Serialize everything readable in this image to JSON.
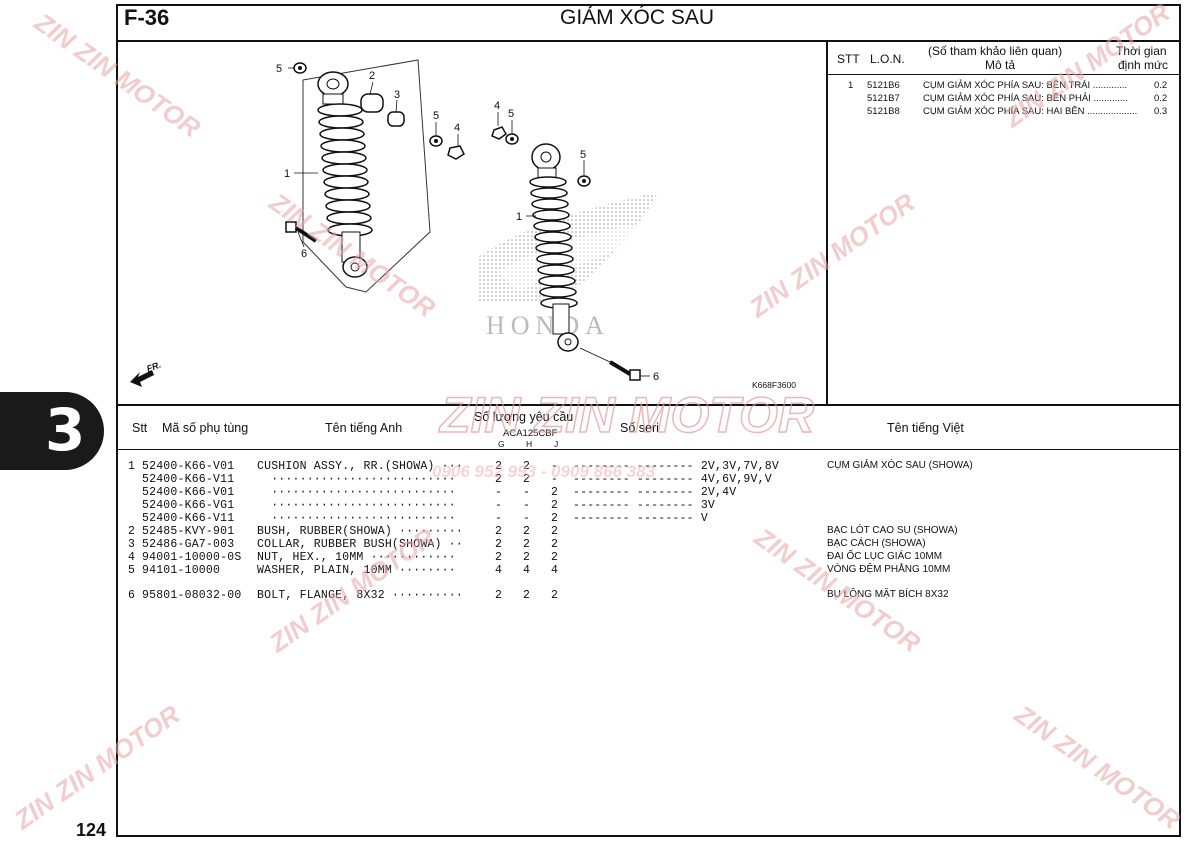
{
  "header": {
    "code": "F-36",
    "title": "GIẢM XÓC SAU"
  },
  "side_tab": {
    "number": "3"
  },
  "page_number": "124",
  "diagram": {
    "ref": "K668F3600",
    "fr_label": "FR.",
    "brand": "HONDA",
    "callouts_left": [
      "5",
      "2",
      "3",
      "5",
      "4",
      "1",
      "6"
    ],
    "callouts_right": [
      "4",
      "5",
      "5",
      "1",
      "6"
    ]
  },
  "right_table": {
    "headers": {
      "stt": "STT",
      "lon": "L.O.N.",
      "ref": "(Số tham khảo liên quan)",
      "desc": "Mô tả",
      "time1": "Thời gian",
      "time2": "định mức"
    },
    "rows": [
      {
        "stt": "1",
        "lon": "5121B6",
        "desc": "CỤM GIẢM XÓC PHÍA SAU: BÊN TRÁI",
        "time": "0.2"
      },
      {
        "stt": "",
        "lon": "5121B7",
        "desc": "CỤM GIẢM XÓC PHÍA SAU: BÊN PHẢI",
        "time": "0.2"
      },
      {
        "stt": "",
        "lon": "5121B8",
        "desc": "CỤM GIẢM XÓC PHÍA SAU: HAI BÊN",
        "time": "0.3"
      }
    ]
  },
  "parts_table": {
    "headers": {
      "stt": "Stt",
      "part_no": "Mã số phụ tùng",
      "english": "Tên tiếng Anh",
      "qty": "Số lượng yêu cầu",
      "model": "ACA125CBF",
      "g": "G",
      "h": "H",
      "j": "J",
      "serial": "Số seri",
      "vietnamese": "Tên tiếng Việt"
    },
    "rows": [
      {
        "stt": "1",
        "part": "52400-K66-V01",
        "en": "CUSHION ASSY., RR.(SHOWA) ···",
        "g": "2",
        "h": "2",
        "j": "-",
        "serial": "-------- -------- 2V,3V,7V,8V",
        "vn": "CỤM GIẢM XÓC SAU (SHOWA)"
      },
      {
        "stt": "",
        "part": "52400-K66-V11",
        "en": "  ··························",
        "g": "2",
        "h": "2",
        "j": "-",
        "serial": "-------- -------- 4V,6V,9V,V",
        "vn": ""
      },
      {
        "stt": "",
        "part": "52400-K66-V01",
        "en": "  ··························",
        "g": "-",
        "h": "-",
        "j": "2",
        "serial": "-------- -------- 2V,4V",
        "vn": ""
      },
      {
        "stt": "",
        "part": "52400-K66-VG1",
        "en": "  ··························",
        "g": "-",
        "h": "-",
        "j": "2",
        "serial": "-------- -------- 3V",
        "vn": ""
      },
      {
        "stt": "",
        "part": "52400-K66-V11",
        "en": "  ··························",
        "g": "-",
        "h": "-",
        "j": "2",
        "serial": "-------- -------- V",
        "vn": ""
      },
      {
        "stt": "2",
        "part": "52485-KVY-901",
        "en": "BUSH, RUBBER(SHOWA) ·········",
        "g": "2",
        "h": "2",
        "j": "2",
        "serial": "",
        "vn": "BẠC LÓT CAO SU (SHOWA)"
      },
      {
        "stt": "3",
        "part": "52486-GA7-003",
        "en": "COLLAR, RUBBER BUSH(SHOWA) ··",
        "g": "2",
        "h": "2",
        "j": "2",
        "serial": "",
        "vn": "BẠC CÁCH (SHOWA)"
      },
      {
        "stt": "4",
        "part": "94001-10000-0S",
        "en": "NUT, HEX., 10MM ············",
        "g": "2",
        "h": "2",
        "j": "2",
        "serial": "",
        "vn": "ĐAI ỐC LỤC GIÁC 10MM"
      },
      {
        "stt": "5",
        "part": "94101-10000",
        "en": "WASHER, PLAIN, 10MM ········",
        "g": "4",
        "h": "4",
        "j": "4",
        "serial": "",
        "vn": "VÒNG ĐỆM PHẲNG 10MM"
      },
      {
        "stt": "6",
        "part": "95801-08032-00",
        "en": "BOLT, FLANGE, 8X32 ··········",
        "g": "2",
        "h": "2",
        "j": "2",
        "serial": "",
        "vn": "BU LÔNG MẶT BÍCH 8X32"
      }
    ]
  },
  "watermarks": {
    "brand": "ZIN ZIN MOTOR",
    "phone": "0906 952 993 - 0909 866 383"
  },
  "colors": {
    "ink": "#111111",
    "watermark": "#e8a6a6",
    "tab": "#1a1a1a"
  }
}
